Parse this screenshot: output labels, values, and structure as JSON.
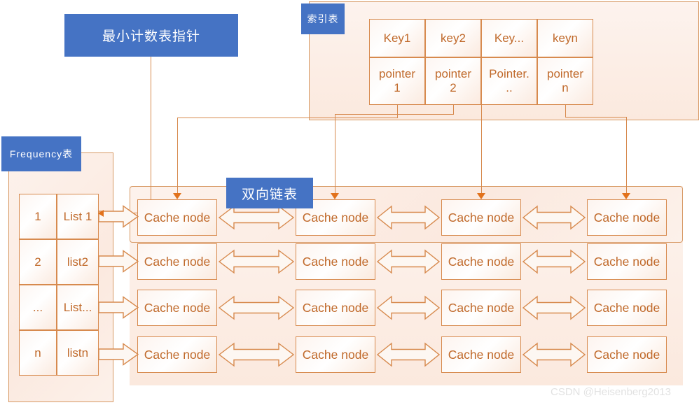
{
  "diagram": {
    "title_labels": {
      "min_count_pointer": "最小计数表指针",
      "index_table": "索引表",
      "frequency_table": "Frequency表",
      "doubly_linked_list": "双向链表"
    },
    "index_table": {
      "keys": [
        "Key1",
        "key2",
        "Key...",
        "keyn"
      ],
      "pointers": [
        {
          "line1": "pointer",
          "line2": "1"
        },
        {
          "line1": "pointer",
          "line2": "2"
        },
        {
          "line1": "Pointer.",
          "line2": ".."
        },
        {
          "line1": "pointer",
          "line2": "n"
        }
      ]
    },
    "frequency_table": {
      "rows": [
        {
          "freq": "1",
          "list": "List 1"
        },
        {
          "freq": "2",
          "list": "list2"
        },
        {
          "freq": "...",
          "list": "List..."
        },
        {
          "freq": "n",
          "list": "listn"
        }
      ]
    },
    "linked_lists": {
      "node_label": "Cache node",
      "rows": [
        {
          "nodes": [
            "Cache node",
            "Cache node",
            "Cache node",
            "Cache node"
          ]
        },
        {
          "nodes": [
            "Cache node",
            "Cache node",
            "Cache node",
            "Cache node"
          ]
        },
        {
          "nodes": [
            "Cache node",
            "Cache node",
            "Cache node",
            "Cache node"
          ]
        },
        {
          "nodes": [
            "Cache node",
            "Cache node",
            "Cache node",
            "Cache node"
          ]
        }
      ]
    },
    "watermark": "CSDN @Heisenberg2013",
    "colors": {
      "accent_blue": "#4573c4",
      "line_orange": "#d78a4e",
      "text_orange": "#c0692a",
      "arrow_orange": "#e2721c",
      "panel_fill": "#fbe9df",
      "watermark_grey": "#e2e2e2"
    }
  }
}
